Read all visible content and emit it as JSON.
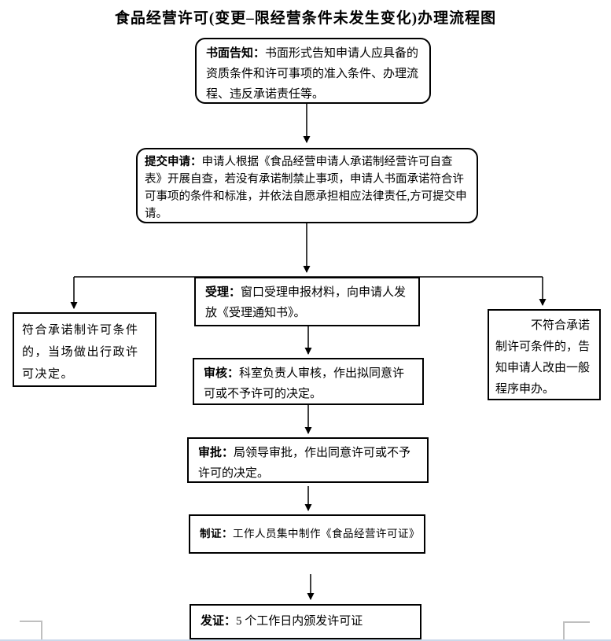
{
  "title": "食品经营许可(变更–限经营条件未发生变化)办理流程图",
  "flow": {
    "nodes": {
      "notify": {
        "label": "书面告知：",
        "text": "书面形式告知申请人应具备的资质条件和许可事项的准入条件、办理流程、违反承诺责任等。"
      },
      "submit": {
        "label": "提交申请：",
        "text": "申请人根据《食品经营申请人承诺制经营许可自查表》开展自查，若没有承诺制禁止事项，申请人书面承诺符合许可事项的条件和标准，并依法自愿承担相应法律责任,方可提交申请。"
      },
      "accept": {
        "label": "受理：",
        "text": "窗口受理申报材料，向申请人发放《受理通知书》。"
      },
      "onsite": {
        "label": "",
        "text": "符合承诺制许可条件的，当场做出行政许可决定。"
      },
      "reject": {
        "label": "",
        "text": "不符合承诺制许可条件的，告知申请人改由一般程序申办。"
      },
      "review": {
        "label": "审核：",
        "text": "科室负责人审核，作出拟同意许可或不予许可的决定。"
      },
      "approve": {
        "label": "审批：",
        "text": "局领导审批，作出同意许可或不予许可的决定。"
      },
      "make": {
        "label": "制证：",
        "text": "工作人员集中制作《食品经营许可证》"
      },
      "issue": {
        "label": "发证：",
        "text": "5 个工作日内颁发许可证"
      }
    }
  },
  "colors": {
    "line": "#000000",
    "box_border": "#000000",
    "page_margin_mark": "#bfbfbf",
    "page_bottom_edge": "#ccd9ea"
  }
}
